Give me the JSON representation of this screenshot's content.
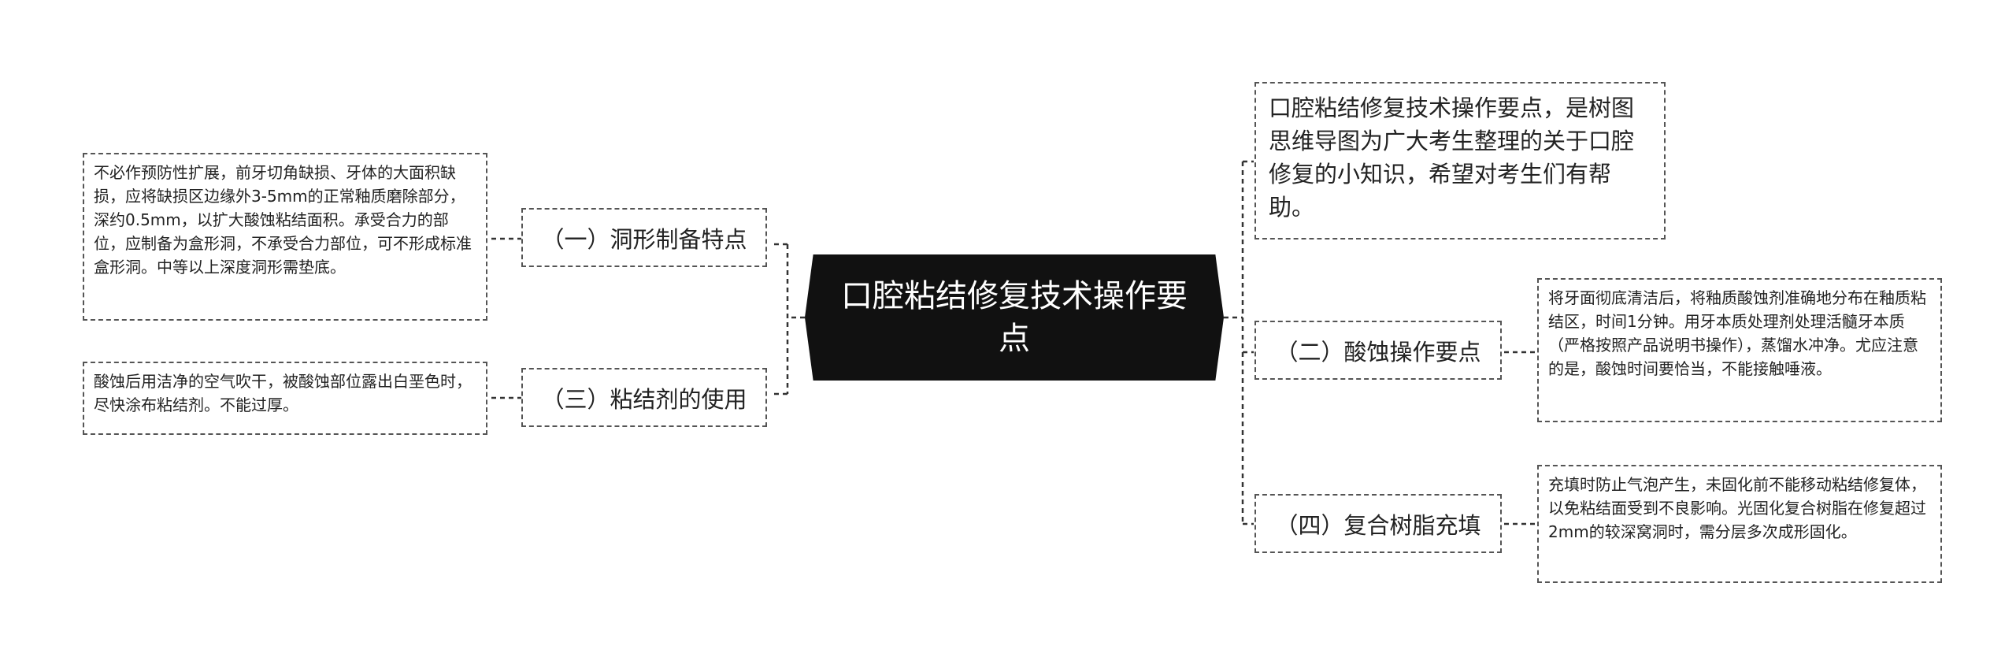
{
  "central_topic": "口腔粘结修复技术操作要点",
  "intro_note": "口腔粘结修复技术操作要点，是树图思维导图为广大考生整理的关于口腔修复的小知识，希望对考生们有帮助。",
  "branches": [
    {
      "label": "（一）洞形制备特点",
      "detail": "不必作预防性扩展，前牙切角缺损、牙体的大面积缺损，应将缺损区边缘外3-5mm的正常釉质磨除部分，深约0.5mm，以扩大酸蚀粘结面积。承受合力的部位，应制备为盒形洞，不承受合力部位，可不形成标准盒形洞。中等以上深度洞形需垫底。"
    },
    {
      "label": "（三）粘结剂的使用",
      "detail": "酸蚀后用洁净的空气吹干，被酸蚀部位露出白垩色时，尽快涂布粘结剂。不能过厚。"
    },
    {
      "label": "（二）酸蚀操作要点",
      "detail": "将牙面彻底清洁后，将釉质酸蚀剂准确地分布在釉质粘结区，时间1分钟。用牙本质处理剂处理活髓牙本质（严格按照产品说明书操作），蒸馏水冲净。尤应注意的是，酸蚀时间要恰当，不能接触唾液。"
    },
    {
      "label": "（四）复合树脂充填",
      "detail": "充填时防止气泡产生，未固化前不能移动粘结修复体，以免粘结面受到不良影响。光固化复合树脂在修复超过2mm的较深窝洞时，需分层多次成形固化。"
    }
  ]
}
